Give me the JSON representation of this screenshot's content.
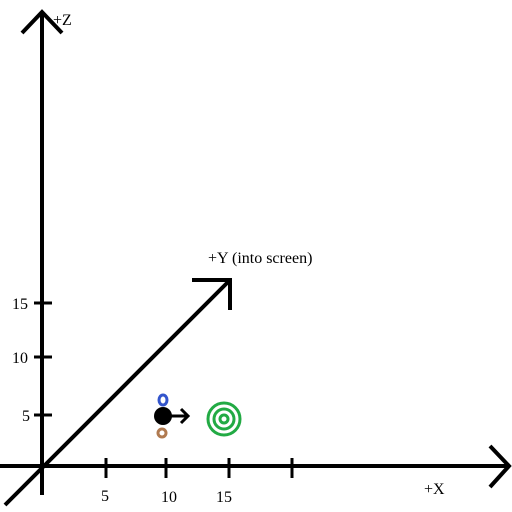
{
  "axes": {
    "z_label": "+Z",
    "y_label": "+Y (into screen)",
    "x_label": "+X"
  },
  "ticks": {
    "x": [
      "5",
      "10",
      "15"
    ],
    "z": [
      "15",
      "10",
      "5"
    ]
  },
  "colors": {
    "axis": "#000000",
    "top_marker": "#3355cc",
    "bottom_marker": "#b07a50",
    "target": "#22aa44",
    "ball": "#000000"
  },
  "objects": {
    "ball": {
      "x": 10,
      "z": 5
    },
    "target": {
      "x": 15,
      "z": 5
    }
  }
}
